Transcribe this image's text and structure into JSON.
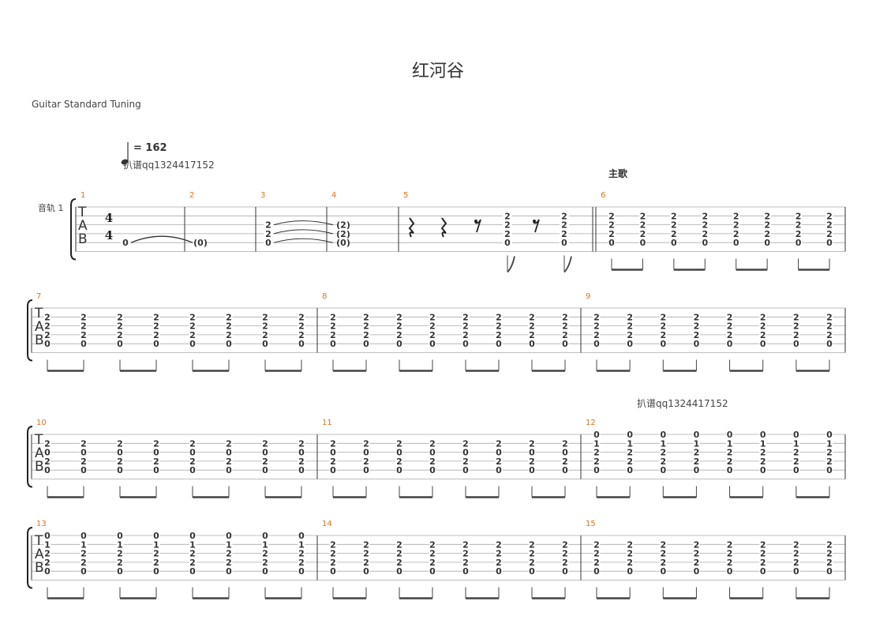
{
  "title": "红河谷",
  "tuning": "Guitar Standard Tuning",
  "tempo": "= 162",
  "credit": "扒谱qq1324417152",
  "section_label": "主歌",
  "track_label": "音轨 1",
  "tab_letters": [
    "T",
    "A",
    "B"
  ],
  "time_signature": [
    "4",
    "4"
  ],
  "chords": {
    "a": [
      "2",
      "2",
      "2",
      "0"
    ],
    "b": [
      "2",
      "0",
      "2",
      "0"
    ],
    "c": [
      "0",
      "1",
      "2",
      "2",
      "0"
    ]
  },
  "systems": [
    {
      "measures": [
        {
          "number": "1",
          "frets": [
            "0"
          ]
        },
        {
          "number": "2",
          "frets": [
            "(0)"
          ]
        },
        {
          "number": "3",
          "frets": [
            "2",
            "2",
            "0"
          ]
        },
        {
          "number": "4",
          "frets": [
            "(2)",
            "(2)",
            "(0)"
          ]
        },
        {
          "number": "5",
          "frets": [
            "2",
            "2",
            "2",
            "0"
          ]
        },
        {
          "number": "6",
          "chord": "a"
        }
      ]
    },
    {
      "measures": [
        {
          "number": "7",
          "chord": "a"
        },
        {
          "number": "8",
          "chord": "a"
        },
        {
          "number": "9",
          "chord": "a"
        }
      ]
    },
    {
      "measures": [
        {
          "number": "10",
          "chord": "b"
        },
        {
          "number": "11",
          "chord": "b"
        },
        {
          "number": "12",
          "chord": "c"
        }
      ]
    },
    {
      "measures": [
        {
          "number": "13",
          "chord": "c"
        },
        {
          "number": "14",
          "chord": "a"
        },
        {
          "number": "15",
          "chord": "a"
        }
      ]
    }
  ]
}
